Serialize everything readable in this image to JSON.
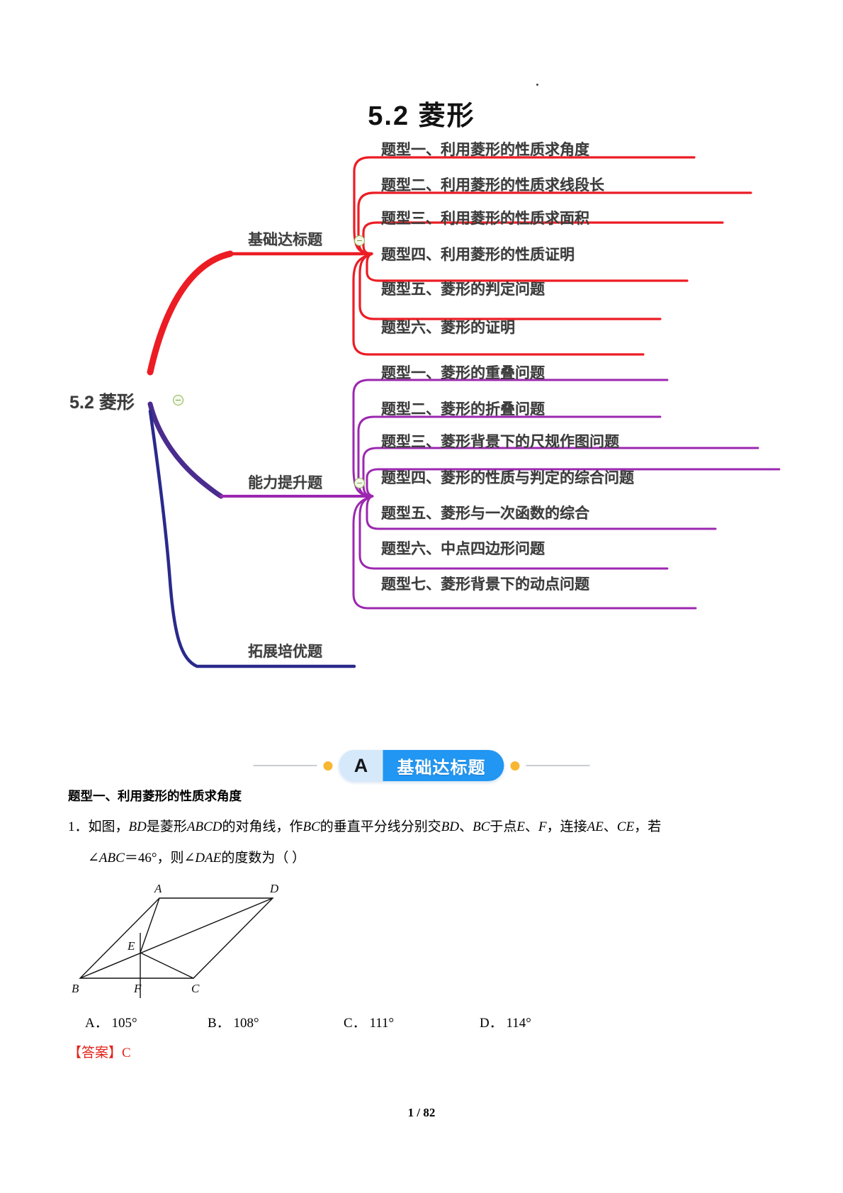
{
  "document": {
    "title": "5.2  菱形",
    "footer_page": "1 / 82"
  },
  "mindmap": {
    "root_label": "5.2 菱形",
    "branches": [
      {
        "label": "基础达标题",
        "color": "#ec1c24",
        "items": [
          "题型一、利用菱形的性质求角度",
          "题型二、利用菱形的性质求线段长",
          "题型三、利用菱形的性质求面积",
          "题型四、利用菱形的性质证明",
          "题型五、菱形的判定问题",
          "题型六、菱形的证明"
        ]
      },
      {
        "label": "能力提升题",
        "color": "#9c27b0",
        "items": [
          "题型一、菱形的重叠问题",
          "题型二、菱形的折叠问题",
          "题型三、菱形背景下的尺规作图问题",
          "题型四、菱形的性质与判定的综合问题",
          "题型五、菱形与一次函数的综合",
          "题型六、中点四边形问题",
          "题型七、菱形背景下的动点问题"
        ]
      },
      {
        "label": "拓展培优题",
        "color": "#2a2a8c",
        "items": []
      }
    ]
  },
  "banner": {
    "letter": "A",
    "label": "基础达标题",
    "accent_color": "#2196f3",
    "bullet_color": "#f7b733"
  },
  "section": {
    "heading": "题型一、利用菱形的性质求角度"
  },
  "question": {
    "number": "1",
    "line1_parts": {
      "p1": "．如图，",
      "bd": "BD",
      "p2": "是菱形",
      "abcd": "ABCD",
      "p3": "的对角线，作",
      "bc1": "BC",
      "p4": "的垂直平分线分别交",
      "bd2": "BD",
      "p5": "、",
      "bc2": "BC",
      "p6": "于点",
      "e": "E",
      "p7": "、",
      "f": "F",
      "p8": "，连接",
      "ae": "AE",
      "p9": "、",
      "ce": "CE",
      "p10": "，若"
    },
    "line2_parts": {
      "angle_abc": "∠ABC",
      "eq": "＝",
      "val": "46°",
      "p1": "，则",
      "angle_dae": "∠DAE",
      "p2": "的度数为（   ）"
    },
    "figure_labels": [
      "A",
      "D",
      "E",
      "B",
      "F",
      "C"
    ],
    "options": [
      {
        "key": "A．",
        "value": "105°"
      },
      {
        "key": "B．",
        "value": "108°"
      },
      {
        "key": "C．",
        "value": "111°"
      },
      {
        "key": "D．",
        "value": "114°"
      }
    ],
    "answer_label": "【答案】",
    "answer_value": "C"
  }
}
